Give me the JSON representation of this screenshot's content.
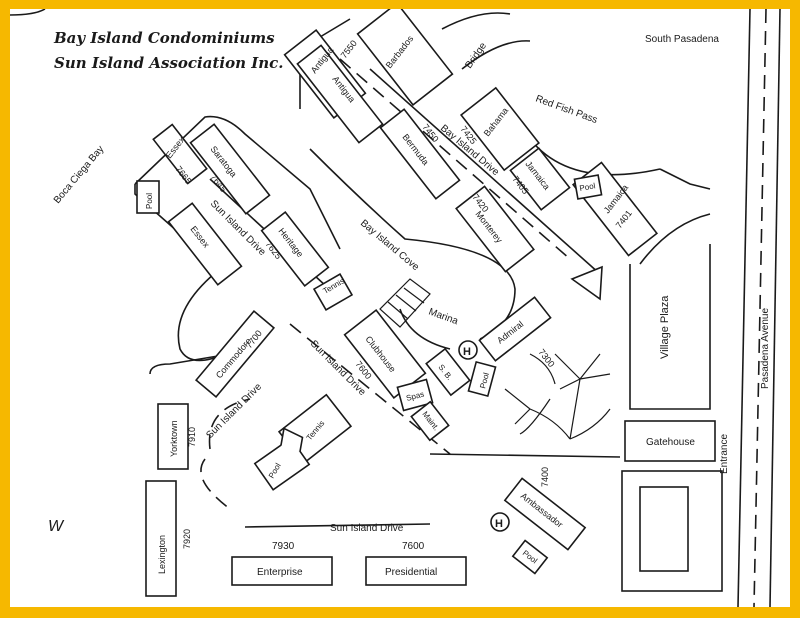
{
  "title_line1": "Bay Island Condominiums",
  "title_line2": "Sun Island Association Inc.",
  "compass": "W",
  "places": {
    "south_pasadena": "South Pasadena",
    "red_fish_pass": "Red Fish Pass",
    "boca_ciega_bay": "Boca Ciega Bay",
    "bay_island_cove": "Bay Island Cove",
    "bridge": "Bridge",
    "marina": "Marina",
    "village_plaza": "Village Plaza",
    "pasadena_avenue": "Pasadena Avenue",
    "entrance": "Entrance"
  },
  "roads": {
    "bay_island_drive": "Bay Island Drive",
    "sun_island_drive_1": "Sun Island Drive",
    "sun_island_drive_2": "Sun Island Drive",
    "sun_island_drive_3": "Sun Island Drive",
    "sun_island_drive_4": "Sun Island Drive"
  },
  "buildings": {
    "antigua_top": "Antigua",
    "barbados": "Barbados",
    "antigua": "Antigua",
    "bahama": "Bahama",
    "bermuda": "Bermuda",
    "jamaica1": "Jamaica",
    "jamaica2": "Jamaica",
    "monterey": "Monterey",
    "essex1": "Essex",
    "essex2": "Essex",
    "saratoga": "Saratoga",
    "heritage": "Heritage",
    "commodore": "Commodore",
    "clubhouse": "Clubhouse",
    "admiral": "Admiral",
    "yorktown": "Yorktown",
    "lexington": "Lexington",
    "enterprise": "Enterprise",
    "presidential": "Presidential",
    "ambassador": "Ambassador",
    "gatehouse": "Gatehouse",
    "tennis1": "Tennis",
    "tennis2": "Tennis",
    "pool1": "Pool",
    "pool2": "Pool",
    "pool3": "Pool",
    "pool4": "Pool",
    "pool5": "Pool",
    "spas": "Spas",
    "sb": "S. B.",
    "maint": "Maint."
  },
  "numbers": {
    "n7550": "7550",
    "n7425": "7425",
    "n7450": "7450",
    "n7405": "7405",
    "n7420": "7420",
    "n7401": "7401",
    "n7665": "7665",
    "n7645": "7645",
    "n7625": "7625",
    "n7700": "7700",
    "n7600a": "7600",
    "n7300": "7300",
    "n7910": "7910",
    "n7920": "7920",
    "n7930": "7930",
    "n7600b": "7600",
    "n7400": "7400"
  },
  "helipad": "H"
}
